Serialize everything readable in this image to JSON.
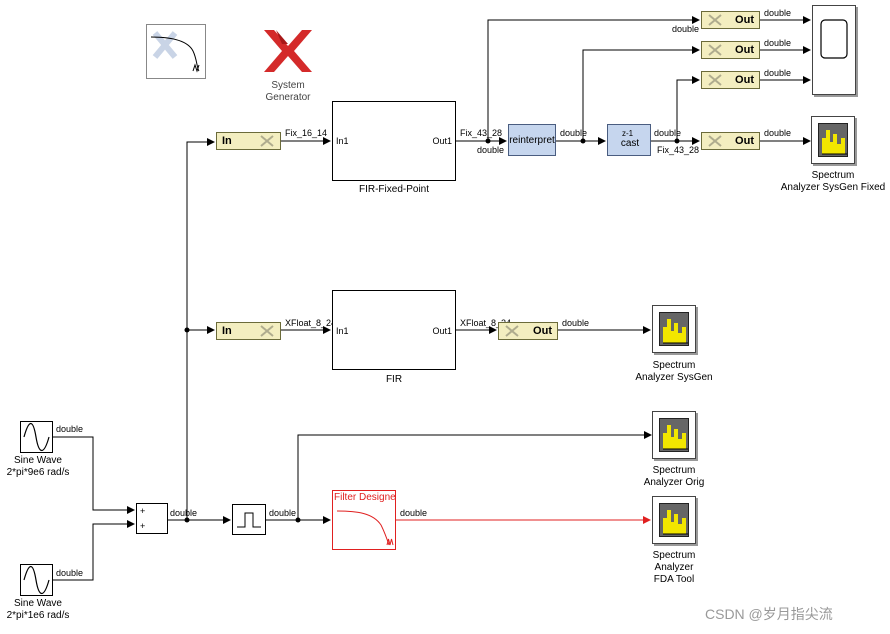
{
  "logo": {
    "label_line1": "System",
    "label_line2": "Generator",
    "color_brand": "#d42a2a"
  },
  "sources": [
    {
      "label_line1": "Sine Wave",
      "label_line2": "2*pi*9e6 rad/s",
      "out_type": "double"
    },
    {
      "label_line1": "Sine Wave",
      "label_line2": "2*pi*1e6 rad/s",
      "out_type": "double"
    }
  ],
  "sum": {
    "plus1": "+",
    "plus2": "+",
    "out_type": "double"
  },
  "zoh": {
    "out_type": "double"
  },
  "filter_designer": {
    "label": "Filter Designe",
    "out_type": "double",
    "color": "#e02020"
  },
  "subsys_fixed": {
    "label": "FIR-Fixed-Point",
    "in_port": "In1",
    "out_port": "Out1",
    "in_type": "Fix_16_14",
    "out_type": "Fix_43_28"
  },
  "subsys_float": {
    "label": "FIR",
    "in_port": "In1",
    "out_port": "Out1",
    "in_type": "XFloat_8_24",
    "out_type": "XFloat_8_24"
  },
  "gateway_in": [
    {
      "label": "In"
    },
    {
      "label": "In"
    }
  ],
  "gateway_out": [
    {
      "label": "Out",
      "in_type": "double",
      "out_type": "double"
    },
    {
      "label": "Out",
      "out_type": "double"
    },
    {
      "label": "Out",
      "out_type": "double"
    },
    {
      "label": "Out",
      "in_type": "Fix_43_28",
      "out_type": "double"
    },
    {
      "label": "Out",
      "out_type": "double"
    }
  ],
  "reinterpret": {
    "label": "reinterpret",
    "in_type": "double",
    "out_type": "double"
  },
  "cast": {
    "label": "cast",
    "superscript": "z-1",
    "out_type": "double"
  },
  "analyzers": [
    {
      "line1": "Spectrum",
      "line2": "Analyzer SysGen Fixed",
      "line3": ""
    },
    {
      "line1": "Spectrum",
      "line2": "Analyzer SysGen",
      "line3": ""
    },
    {
      "line1": "Spectrum",
      "line2": "Analyzer Orig",
      "line3": ""
    },
    {
      "line1": "Spectrum",
      "line2": "Analyzer",
      "line3": "FDA Tool"
    }
  ],
  "watermark": "CSDN @岁月指尖流"
}
